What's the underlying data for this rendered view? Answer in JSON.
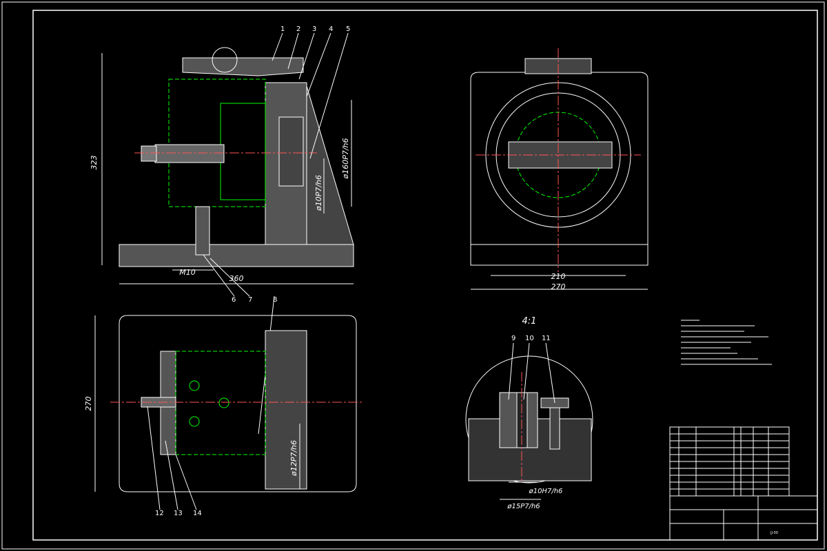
{
  "views": {
    "front": {
      "height_dim": "323",
      "length_dim": "360",
      "thread_dim": "M10",
      "fit_dim_large": "ø160P7/h6",
      "fit_dim_small": "ø10P7/h6"
    },
    "side": {
      "inner_width_dim": "210",
      "outer_width_dim": "270"
    },
    "top": {
      "width_dim": "270",
      "fit_dim": "ø12P7/h6"
    },
    "detail": {
      "scale": "4:1",
      "fit_dim_inner": "ø10H7/h6",
      "fit_dim_outer": "ø15P7/h6"
    }
  },
  "balloons": {
    "top_row": [
      "1",
      "2",
      "3",
      "4",
      "5"
    ],
    "front_bottom": [
      "6",
      "7",
      "8"
    ],
    "detail": [
      "9",
      "10",
      "11"
    ],
    "plan_bottom": [
      "12",
      "13",
      "14"
    ]
  },
  "title_block": {
    "drawing_no": "JJ-00"
  }
}
